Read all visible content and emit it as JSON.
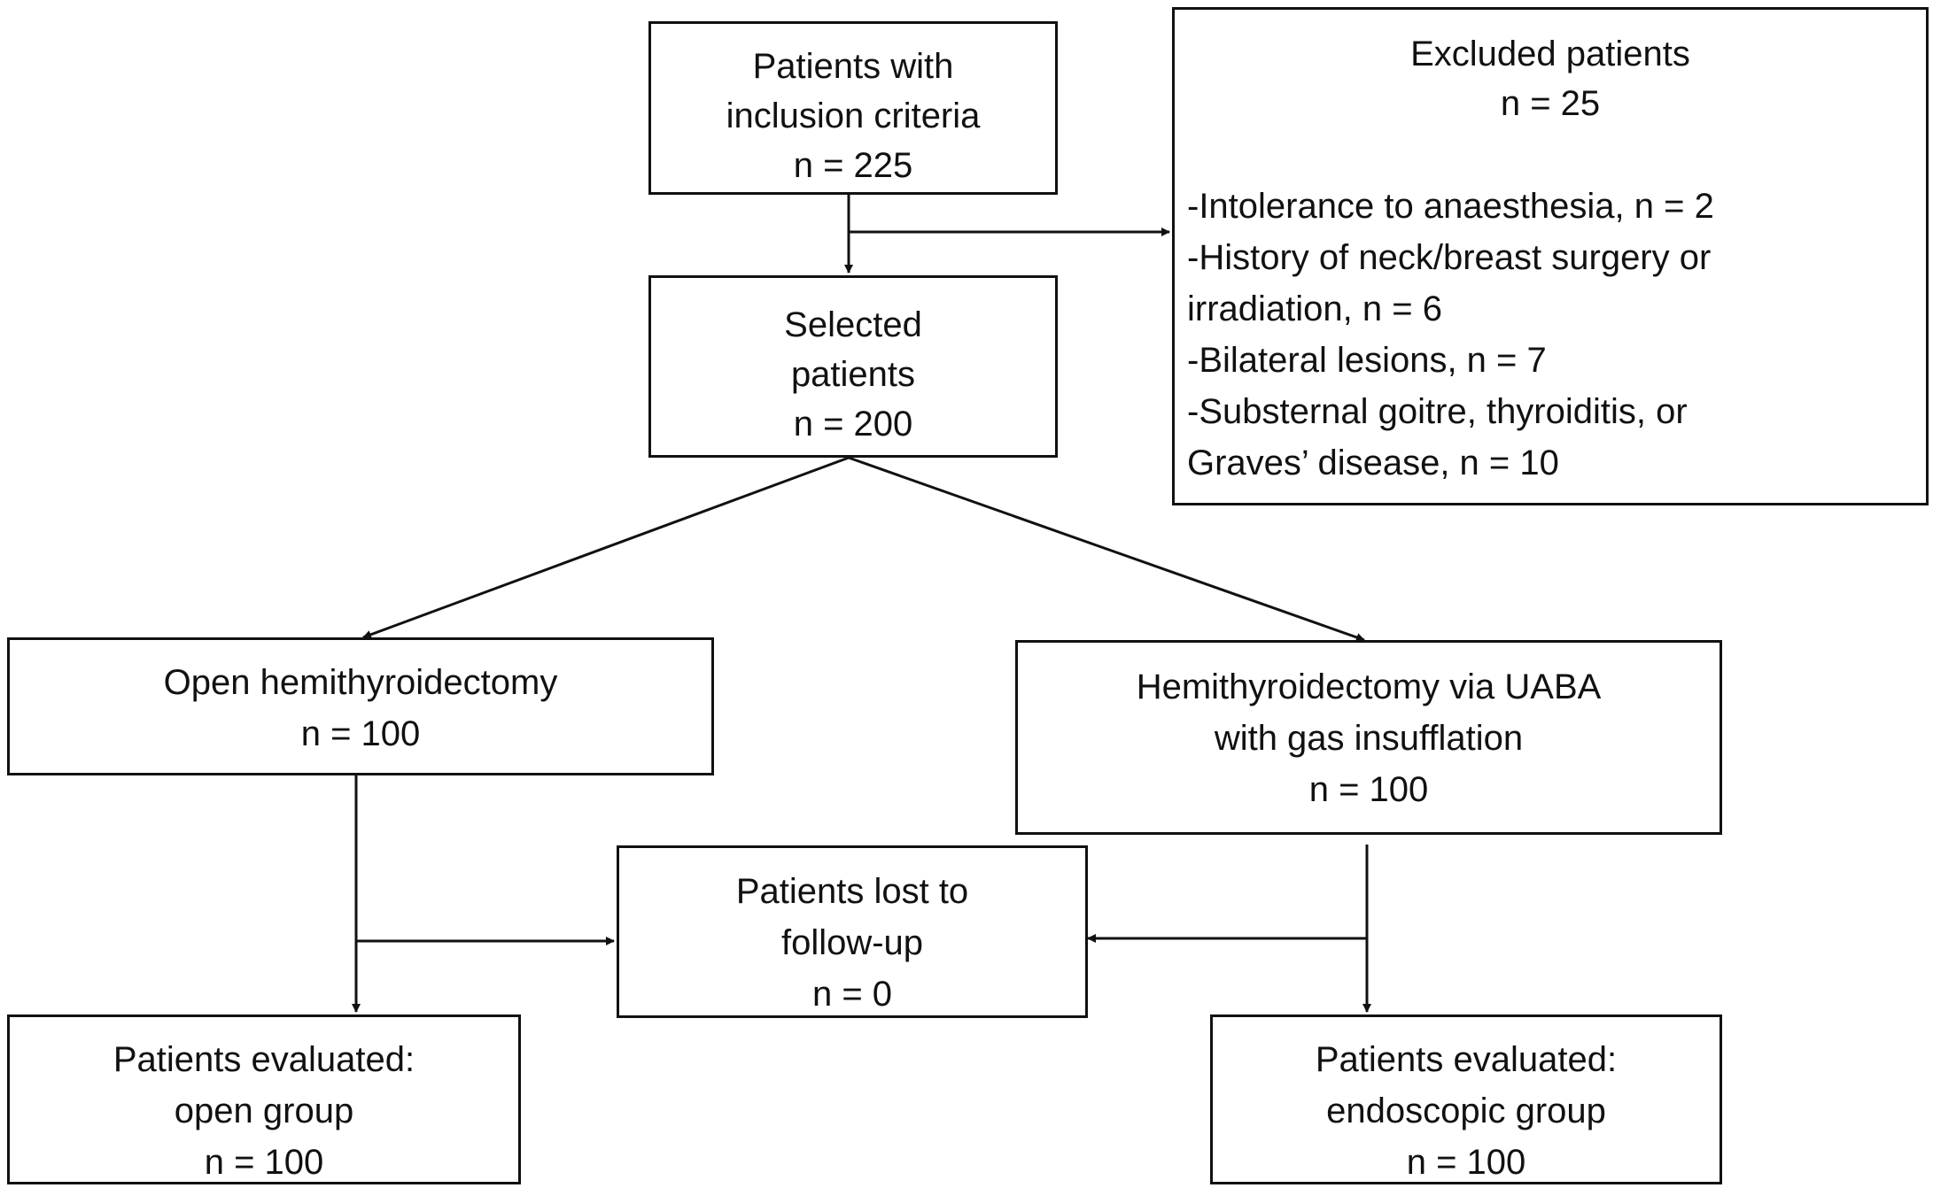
{
  "boxes": {
    "inclusion": {
      "lines": [
        "Patients with",
        "inclusion criteria",
        "n = 225"
      ]
    },
    "excluded": {
      "title": "Excluded patients",
      "count": "n = 25",
      "reasons": [
        "-Intolerance to anaesthesia, n = 2",
        "-History of neck/breast surgery or",
        "irradiation, n = 6",
        "-Bilateral lesions, n = 7",
        "-Substernal goitre, thyroiditis, or",
        "Graves’ disease, n = 10"
      ]
    },
    "selected": {
      "lines": [
        "Selected",
        "patients",
        "n = 200"
      ]
    },
    "open": {
      "lines": [
        "Open hemithyroidectomy",
        "n = 100"
      ]
    },
    "uaba": {
      "lines": [
        "Hemithyroidectomy via UABA",
        "with gas insufflation",
        "n = 100"
      ]
    },
    "lost": {
      "lines": [
        "Patients lost to",
        "follow-up",
        "n = 0"
      ]
    },
    "eval_open": {
      "lines": [
        "Patients evaluated:",
        "open group",
        "n = 100"
      ]
    },
    "eval_endo": {
      "lines": [
        "Patients evaluated:",
        "endoscopic group",
        "n = 100"
      ]
    }
  }
}
